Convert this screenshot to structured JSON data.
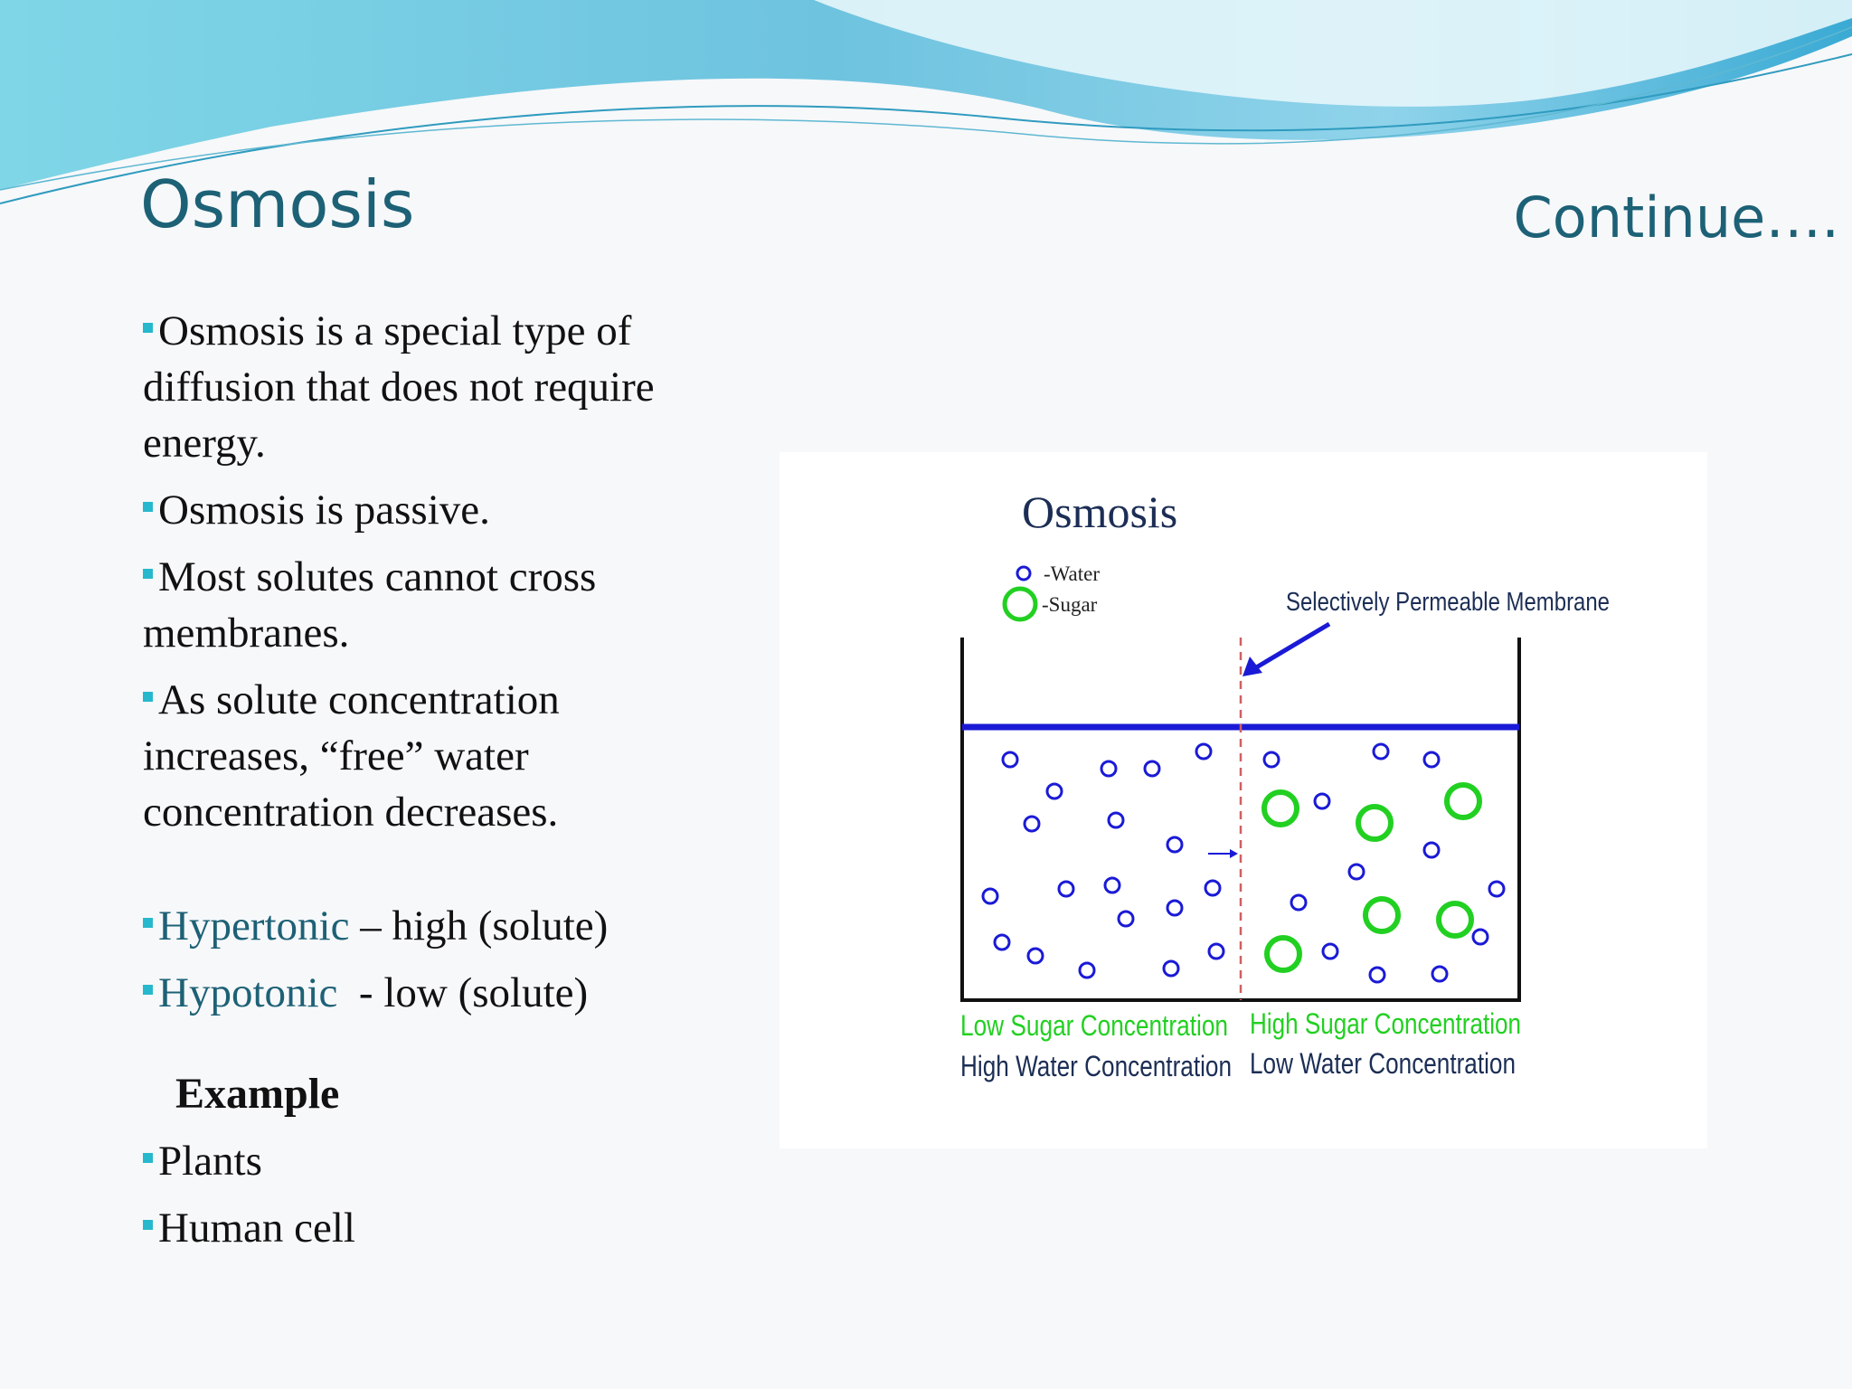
{
  "slide": {
    "title": "Osmosis",
    "continue_label": "Continue….",
    "bullets": [
      {
        "text": "Osmosis is a special type of diffusion that does not require energy."
      },
      {
        "text": "Osmosis is passive."
      },
      {
        "text": "Most solutes cannot cross membranes."
      },
      {
        "text": "As solute concentration increases, “free” water concentration decreases."
      }
    ],
    "tonicity": [
      {
        "term": "Hypertonic",
        "definition": " – high (solute)"
      },
      {
        "term": "Hypotonic",
        "definition": "  - low (solute)"
      }
    ],
    "example": {
      "title": "Example",
      "items": [
        "Plants",
        "Human cell"
      ]
    }
  },
  "diagram": {
    "title": "Osmosis",
    "legend_water": "-Water",
    "legend_sugar": "-Sugar",
    "membrane_label": "Selectively Permeable Membrane",
    "left_label_1": "Low Sugar Concentration",
    "left_label_2": "High Water Concentration",
    "right_label_1": "High Sugar Concentration",
    "right_label_2": "Low Water Concentration",
    "colors": {
      "water": "#1a1ad6",
      "sugar": "#22d022",
      "membrane": "#d06060",
      "accent": "#1d6176"
    }
  }
}
